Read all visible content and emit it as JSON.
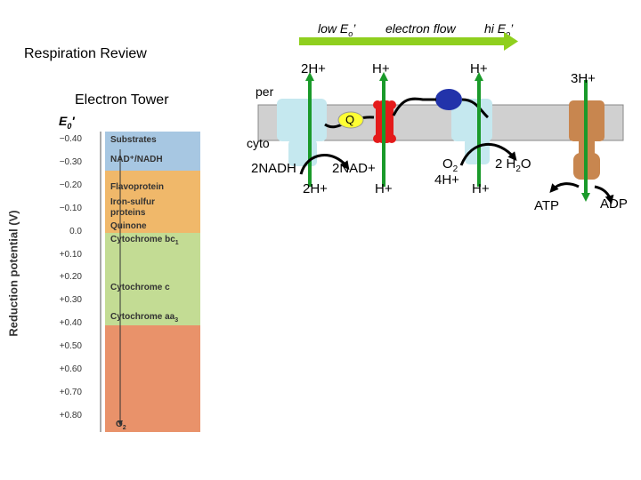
{
  "title": "Respiration Review",
  "tower_title": "Electron Tower",
  "header": {
    "low": "low E",
    "low_sub": "o",
    "low_prime": "’",
    "flow": "electron flow",
    "hi": "hi E",
    "hi_sub": "o",
    "hi_prime": "’"
  },
  "membrane": {
    "per": "per",
    "cyto": "cyto",
    "q_label": "Q"
  },
  "labels": {
    "h_top_1": "2H+",
    "h_top_2": "H+",
    "h_top_3": "H+",
    "h_top_4": "3H+",
    "nadh": "2NADH",
    "nad": "2NAD+",
    "h_bot_1": "2H+",
    "h_bot_2": "H+",
    "o2": "O",
    "o2_sub": "2",
    "four_h": "4H+",
    "h_bot_3": "H+",
    "water": "2 H",
    "water_sub": "2",
    "water_o": "O",
    "atp": "ATP",
    "adp": "ADP"
  },
  "tower": {
    "e0_label": "E",
    "e0_sub": "0",
    "e0_prime": "′",
    "ylabel": "Reduction potential (V)",
    "ticks": [
      "−0.40",
      "−0.30",
      "−0.20",
      "−0.10",
      "0.0",
      "+0.10",
      "+0.20",
      "+0.30",
      "+0.40",
      "+0.50",
      "+0.60",
      "+0.70",
      "+0.80"
    ],
    "entries": {
      "substrates": "Substrates",
      "nad": "NAD⁺/NADH",
      "flavoprotein": "Flavoprotein",
      "iron_sulfur_1": "Iron-sulfur",
      "iron_sulfur_2": "proteins",
      "quinone": "Quinone",
      "cyt_bc1": "Cytochrome bc",
      "cyt_bc1_sub": "1",
      "cyt_c": "Cytochrome c",
      "cyt_aa3": "Cytochrome aa",
      "cyt_aa3_sub": "3",
      "o2": "O",
      "o2_sub": "2"
    }
  },
  "colors": {
    "green": "#1a9a2a",
    "arrow_green": "#8fcf1e",
    "membrane": "#d0d0d0",
    "complex": "#c5e8ef",
    "red": "#e41a1a",
    "blue": "#2233aa",
    "brown": "#c8864f",
    "band_blue": "#a7c7e2",
    "band_orange": "#f0b86a",
    "band_green": "#c3dc94",
    "band_salmon": "#e9926a",
    "yellow": "#ffff33"
  }
}
